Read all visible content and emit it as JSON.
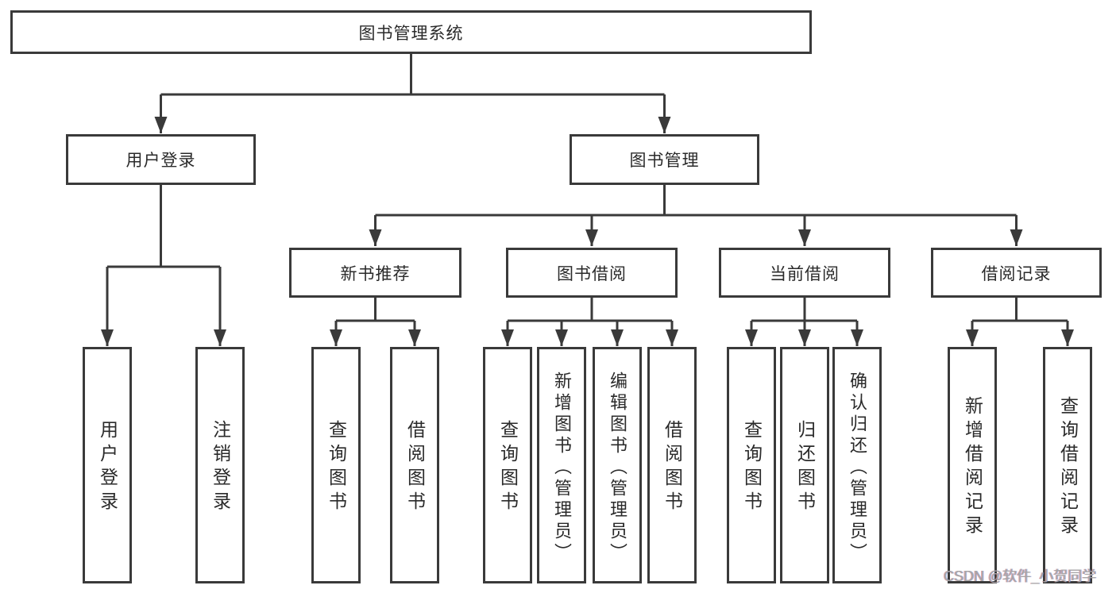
{
  "diagram": {
    "title_node": {
      "label": "图书管理系统"
    },
    "level2": {
      "user": {
        "label": "用户登录"
      },
      "book": {
        "label": "图书管理"
      }
    },
    "level3": {
      "recommend": {
        "label": "新书推荐"
      },
      "borrow": {
        "label": "图书借阅"
      },
      "current": {
        "label": "当前借阅"
      },
      "records": {
        "label": "借阅记录"
      }
    },
    "leaves": {
      "user": [
        "用户登录",
        "注销登录"
      ],
      "recommend": [
        "查询图书",
        "借阅图书"
      ],
      "borrow": [
        "查询图书",
        "新增图书（管理员）",
        "编辑图书（管理员）",
        "借阅图书"
      ],
      "current": [
        "查询图书",
        "归还图书",
        "确认归还（管理员）"
      ],
      "records": [
        "新增借阅记录",
        "查询借阅记录"
      ]
    },
    "watermark": "CSDN @软件_小贺同学",
    "colors": {
      "line": "#3a3a3a",
      "box_border": "#3a3a3a",
      "text": "#2a2a2a",
      "watermark": "#a6a6a6",
      "background": "#ffffff"
    }
  }
}
